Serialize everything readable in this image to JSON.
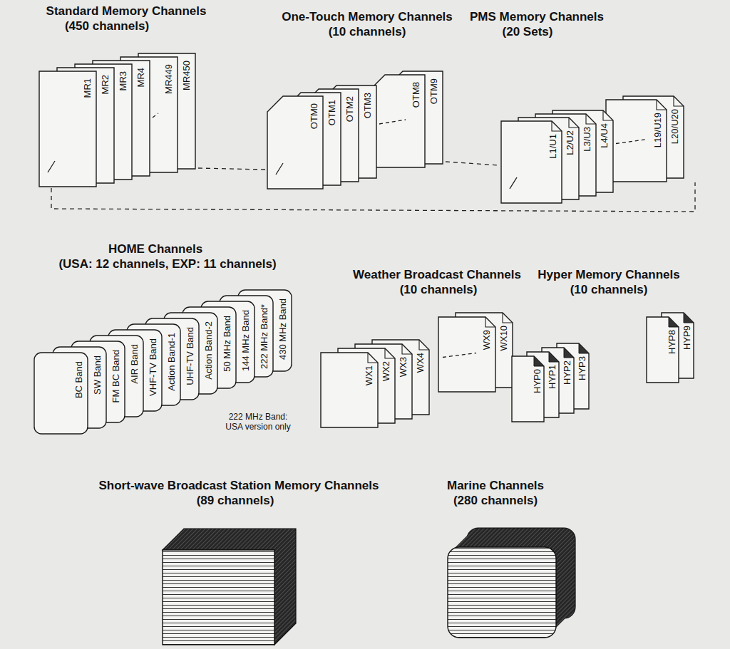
{
  "diagram": {
    "nodes": [
      {
        "text": [
          "MR1"
        ]
      },
      {
        "text": [
          "MR2"
        ]
      },
      {
        "text": [
          "MR3"
        ]
      },
      {
        "text": [
          "MR4"
        ]
      },
      {
        "text": [
          "MR449"
        ]
      },
      {
        "text": [
          "MR450"
        ]
      },
      {
        "text": [
          "OTM0"
        ]
      },
      {
        "text": [
          "OTM1"
        ]
      },
      {
        "text": [
          "OTM2"
        ]
      },
      {
        "text": [
          "OTM3"
        ]
      },
      {
        "text": [
          "OTM8"
        ]
      },
      {
        "text": [
          "OTM9"
        ]
      },
      {
        "text": [
          "L1/U1"
        ]
      },
      {
        "text": [
          "L2/U2"
        ]
      },
      {
        "text": [
          "L3/U3"
        ]
      },
      {
        "text": [
          "L4/U4"
        ]
      },
      {
        "text": [
          "L19/U19"
        ]
      },
      {
        "text": [
          "L20/U20"
        ]
      },
      {
        "text": [
          "BC Band"
        ]
      },
      {
        "text": [
          "SW Band"
        ]
      },
      {
        "text": [
          "FM BC Band"
        ]
      },
      {
        "text": [
          "AIR Band"
        ]
      },
      {
        "text": [
          "VHF-TV Band"
        ]
      },
      {
        "text": [
          "Action Band-1"
        ]
      },
      {
        "text": [
          "UHF-TV Band"
        ]
      },
      {
        "text": [
          "Action Band-2"
        ]
      },
      {
        "text": [
          "50 MHz Band"
        ]
      },
      {
        "text": [
          "144 MHz Band"
        ]
      },
      {
        "text": [
          "222 MHz Band*"
        ]
      },
      {
        "text": [
          "430 MHz Band"
        ]
      },
      {
        "text": [
          "WX1"
        ]
      },
      {
        "text": [
          "WX2"
        ]
      },
      {
        "text": [
          "WX3"
        ]
      },
      {
        "text": [
          "WX4"
        ]
      },
      {
        "text": [
          "WX9"
        ]
      },
      {
        "text": [
          "WX10"
        ]
      },
      {
        "text": [
          "HYP0"
        ]
      },
      {
        "text": [
          "HYP1"
        ]
      },
      {
        "text": [
          "HYP2"
        ]
      },
      {
        "text": [
          "HYP3"
        ]
      },
      {
        "text": [
          "HYP8"
        ]
      },
      {
        "text": [
          "HYP9"
        ]
      }
    ],
    "labels": [
      "Standard Memory Channels",
      "(450 channels)",
      "One-Touch Memory Channels",
      "(10 channels)",
      "PMS Memory Channels",
      "(20 Sets)",
      "HOME Channels",
      "(USA: 12 channels, EXP: 11 channels)",
      "Weather Broadcast Channels",
      "(10 channels)",
      "Hyper Memory Channels",
      "(10 channels)",
      "222 MHz Band: USA version only",
      "Short-wave Broadcast Station Memory Channels",
      "(89 channels)",
      "Marine Channels",
      "(280 channels)"
    ]
  }
}
